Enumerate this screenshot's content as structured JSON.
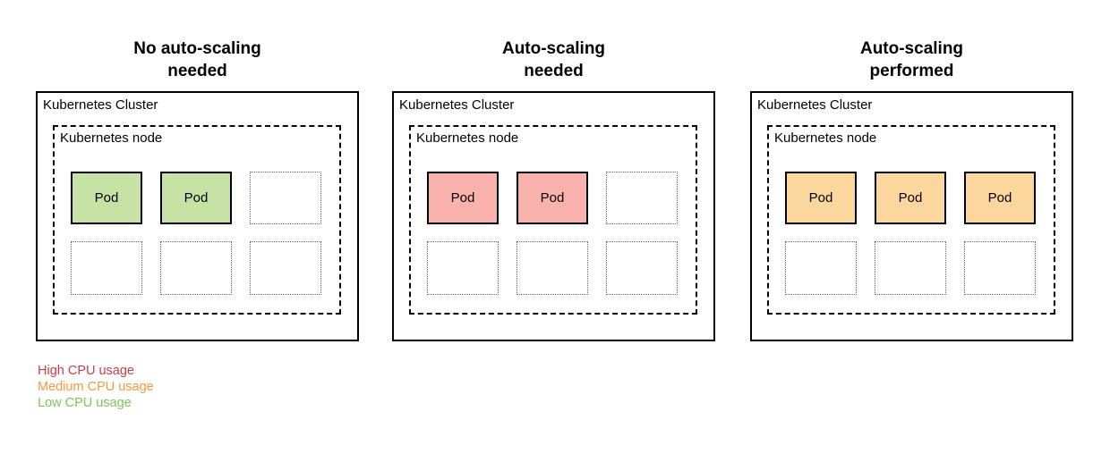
{
  "diagram": {
    "background_color": "#ffffff",
    "panels": [
      {
        "title_line1": "No auto-scaling",
        "title_line2": "needed",
        "cluster_label": "Kubernetes Cluster",
        "node_label": "Kubernetes node",
        "pod_label": "Pod",
        "pod_fill": "#c6e2a4",
        "pod_border": "#000000",
        "slots": [
          "pod",
          "pod",
          "empty",
          "empty",
          "empty",
          "empty"
        ]
      },
      {
        "title_line1": "Auto-scaling",
        "title_line2": "needed",
        "cluster_label": "Kubernetes Cluster",
        "node_label": "Kubernetes node",
        "pod_label": "Pod",
        "pod_fill": "#fab2ac",
        "pod_border": "#000000",
        "slots": [
          "pod",
          "pod",
          "empty",
          "empty",
          "empty",
          "empty"
        ]
      },
      {
        "title_line1": "Auto-scaling",
        "title_line2": "performed",
        "cluster_label": "Kubernetes Cluster",
        "node_label": "Kubernetes node",
        "pod_label": "Pod",
        "pod_fill": "#fbd79d",
        "pod_border": "#000000",
        "slots": [
          "pod",
          "pod",
          "pod",
          "empty",
          "empty",
          "empty"
        ]
      }
    ],
    "legend": {
      "items": [
        {
          "label": "High CPU usage",
          "color": "#c9404a"
        },
        {
          "label": "Medium CPU usage",
          "color": "#f49b42"
        },
        {
          "label": "Low CPU usage",
          "color": "#7fc35a"
        }
      ]
    }
  }
}
